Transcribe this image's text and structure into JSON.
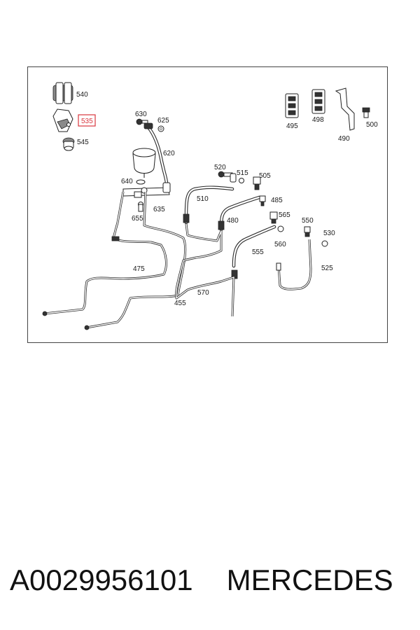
{
  "diagram": {
    "labels": {
      "p540": "540",
      "p535": "535",
      "p545": "545",
      "p630": "630",
      "p625": "625",
      "p620": "620",
      "p640": "640",
      "p635": "635",
      "p655": "655",
      "p520": "520",
      "p515": "515",
      "p505": "505",
      "p510": "510",
      "p485": "485",
      "p480": "480",
      "p565": "565",
      "p560": "560",
      "p555": "555",
      "p550": "550",
      "p530": "530",
      "p525": "525",
      "p495": "495",
      "p498": "498",
      "p490": "490",
      "p500": "500",
      "p475": "475",
      "p570": "570",
      "p455": "455"
    },
    "highlight_color": "#d9363e"
  },
  "footer": {
    "part_number": "A0029956101",
    "brand": "MERCEDES"
  }
}
